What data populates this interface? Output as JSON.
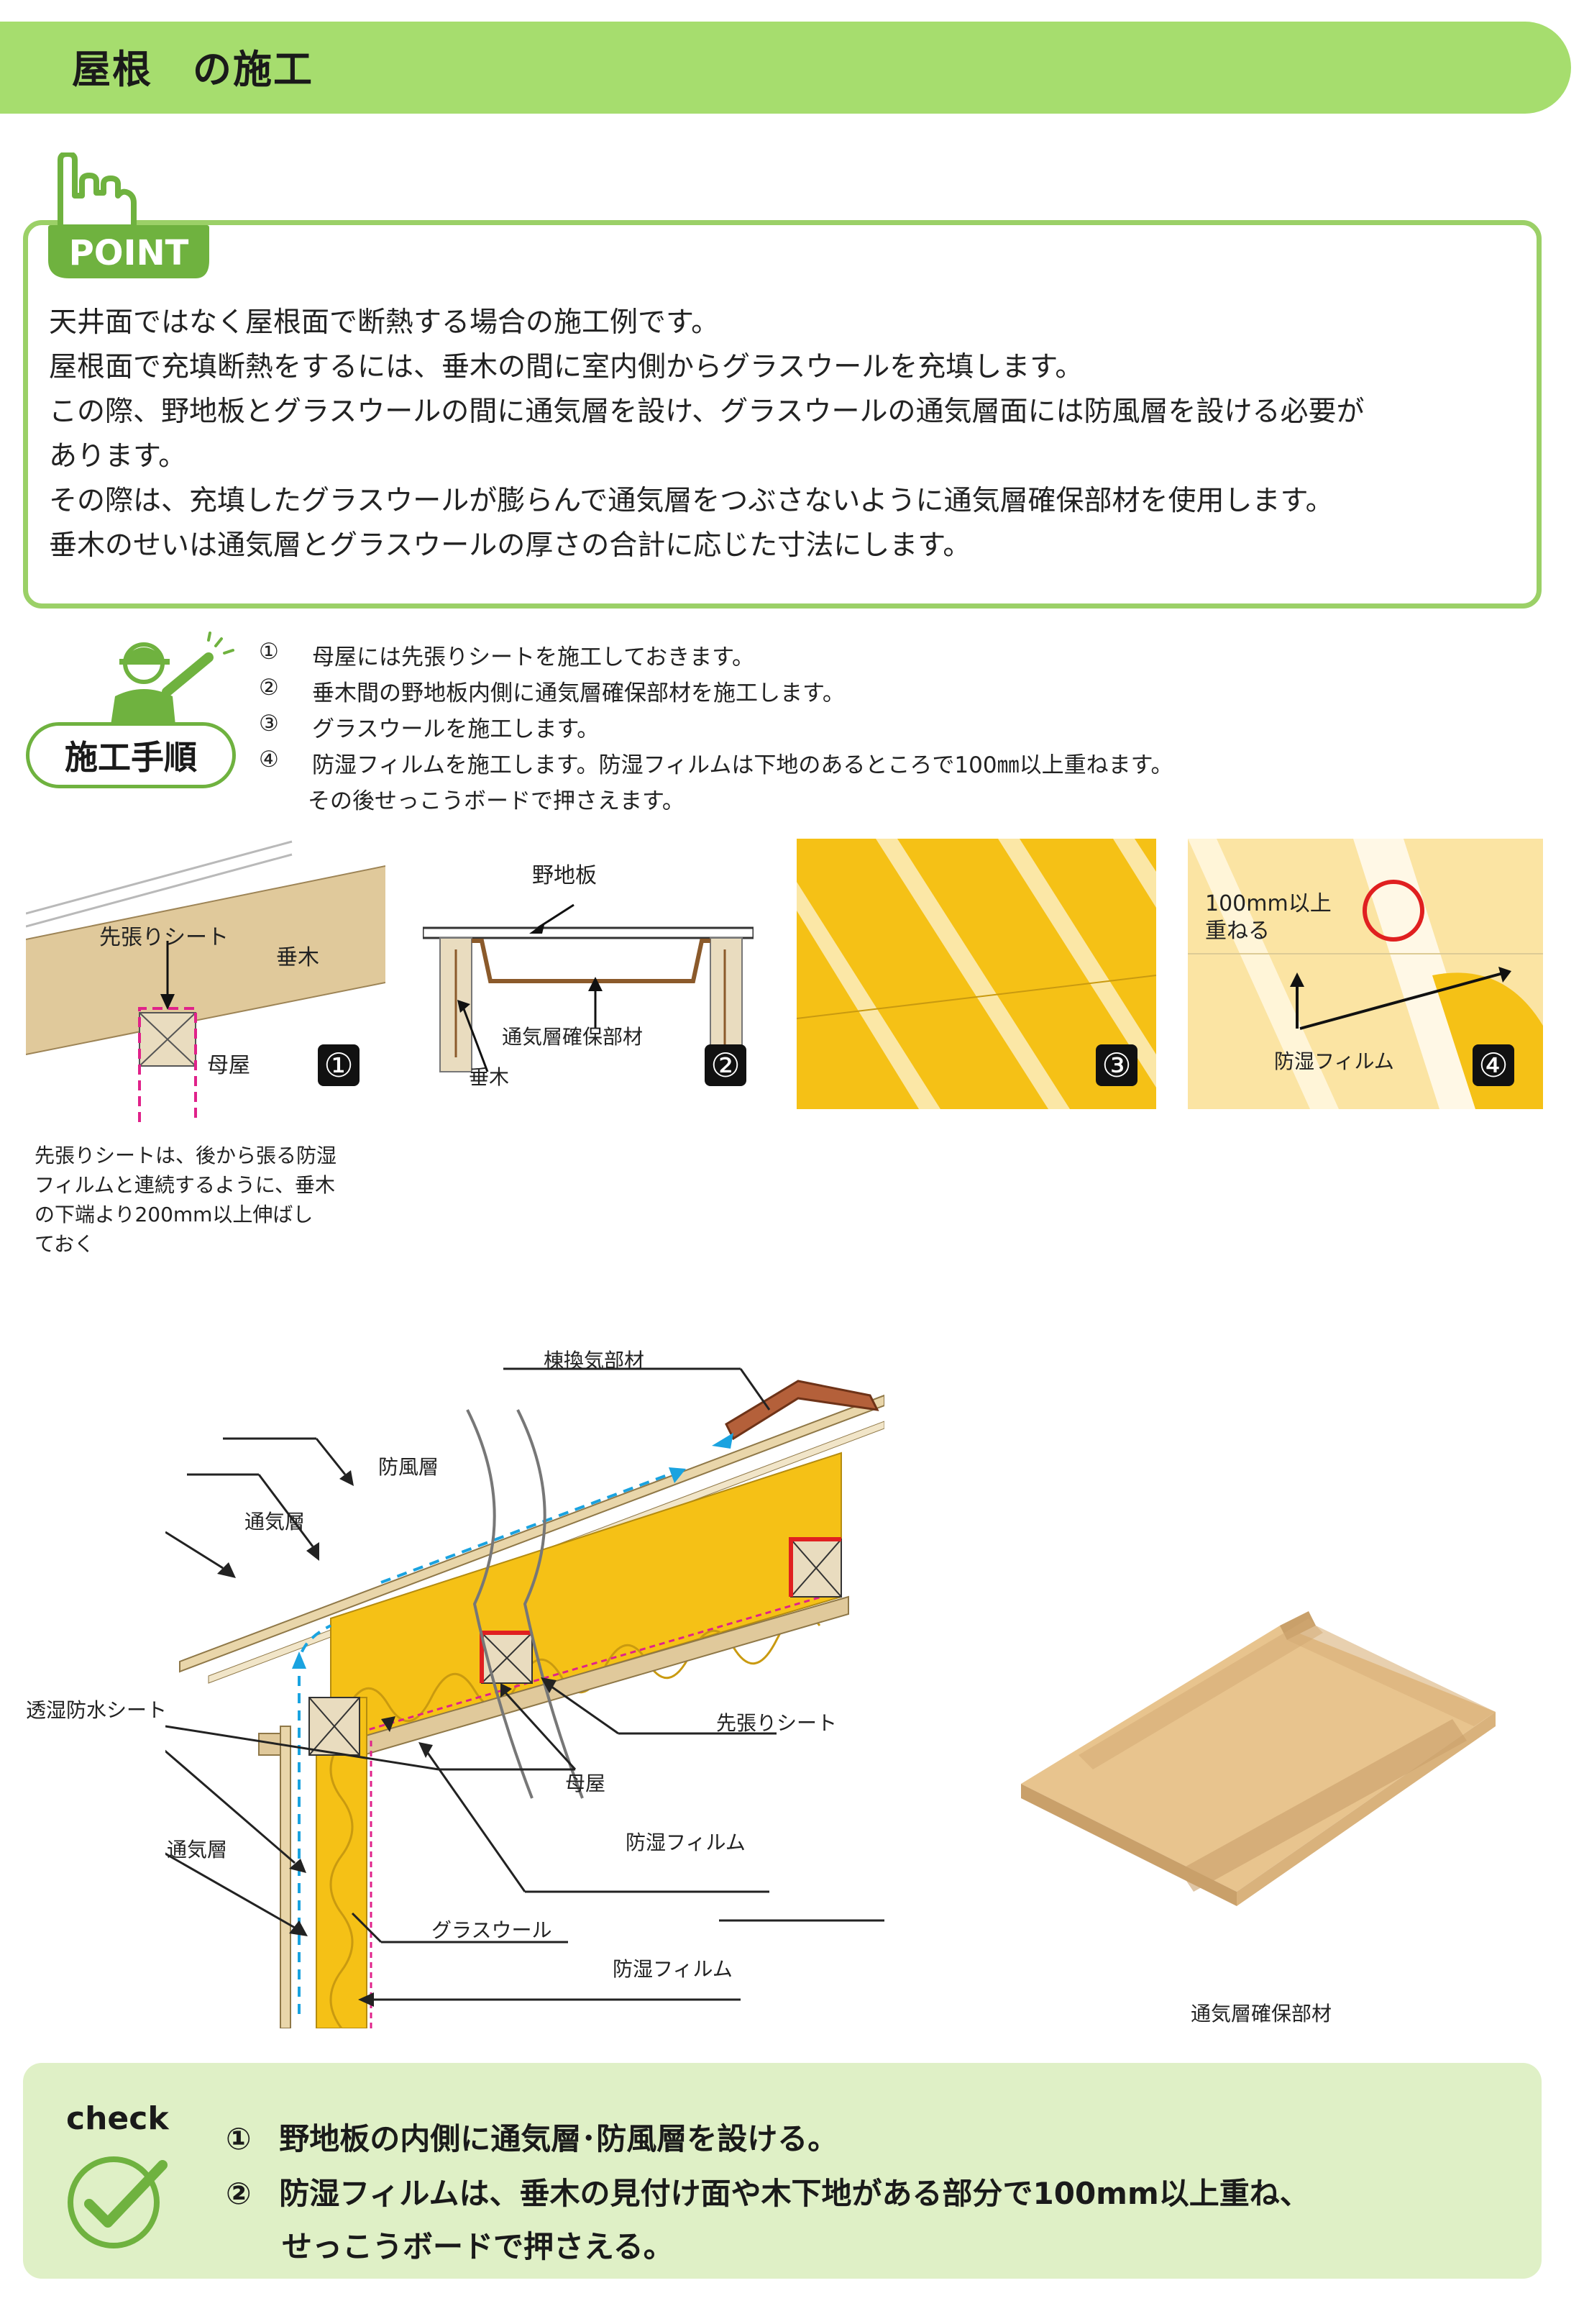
{
  "title": "屋根　の施工",
  "point": {
    "badge": "POINT",
    "lines": [
      "天井面ではなく屋根面で断熱する場合の施工例です。",
      "屋根面で充填断熱をするには、垂木の間に室内側からグラスウールを充填します。",
      "この際、野地板とグラスウールの間に通気層を設け、グラスウールの通気層面には防風層を設ける必要が",
      "あります。",
      "その際は、充填したグラスウールが膨らんで通気層をつぶさないように通気層確保部材を使用します。",
      "垂木のせいは通気層とグラスウールの厚さの合計に応じた寸法にします。"
    ]
  },
  "procedure": {
    "badge": "施工手順",
    "steps": [
      {
        "num": "①",
        "text": "母屋には先張りシートを施工しておきます。"
      },
      {
        "num": "②",
        "text": "垂木間の野地板内側に通気層確保部材を施工します。"
      },
      {
        "num": "③",
        "text": "グラスウールを施工します。"
      },
      {
        "num": "④",
        "text": "防湿フィルムを施工します。防湿フィルムは下地のあるところで100㎜以上重ねます。"
      }
    ],
    "step4_cont": "その後せっこうボードで押さえます。"
  },
  "fig1": {
    "sheet": "先張りシート",
    "rafter": "垂木",
    "purlin": "母屋",
    "num": "①",
    "note": [
      "先張りシートは、後から張る防湿",
      "フィルムと連続するように、垂木",
      "の下端より200mm以上伸ばし",
      "ておく"
    ]
  },
  "fig2": {
    "board": "野地板",
    "spacer": "通気層確保部材",
    "rafter": "垂木",
    "num": "②"
  },
  "fig3": {
    "num": "③"
  },
  "fig4": {
    "overlap1": "100mm以上",
    "overlap2": "重ねる",
    "film": "防湿フィルム",
    "num": "④"
  },
  "section": {
    "ridge": "棟換気部材",
    "windproof": "防風層",
    "vent_top": "通気層",
    "wrap": "透湿防水シート",
    "vent_wall": "通気層",
    "presheet": "先張りシート",
    "purlin": "母屋",
    "film1": "防湿フィルム",
    "glasswool": "グラスウール",
    "film2": "防湿フィルム"
  },
  "product_caption": "通気層確保部材",
  "check": {
    "label": "check",
    "items": [
      {
        "num": "①",
        "text": "野地板の内側に通気層･防風層を設ける。"
      },
      {
        "num": "②",
        "text": "防湿フィルムは、垂木の見付け面や木下地がある部分で100mm以上重ね、"
      }
    ],
    "item2_cont": "せっこうボードで押さえる。"
  },
  "colors": {
    "header": "#a6dd6e",
    "point_border": "#9bd067",
    "check_bg": "#dff0c6",
    "glasswool": "#f5c116",
    "wood": "#e0c99b"
  }
}
